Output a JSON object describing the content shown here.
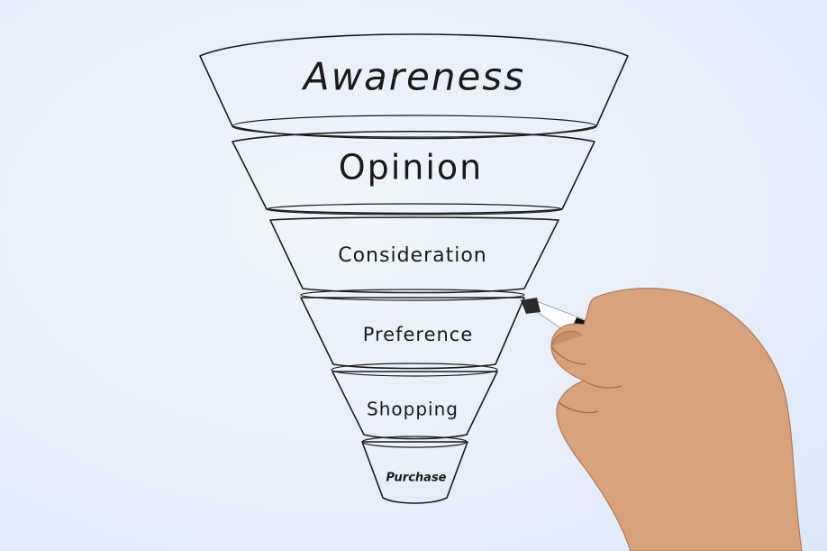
{
  "funnel": {
    "stages": [
      {
        "label": "Awareness"
      },
      {
        "label": "Opinion"
      },
      {
        "label": "Consideration"
      },
      {
        "label": "Preference"
      },
      {
        "label": "Shopping"
      },
      {
        "label": "Purchase"
      }
    ]
  },
  "colors": {
    "background": "#e9f0fb",
    "ink": "#1c1c1c",
    "skin": "#d9a27e",
    "marker_body": "#ffffff",
    "marker_band": "#111111"
  },
  "icons": [
    "hand-holding-marker"
  ]
}
